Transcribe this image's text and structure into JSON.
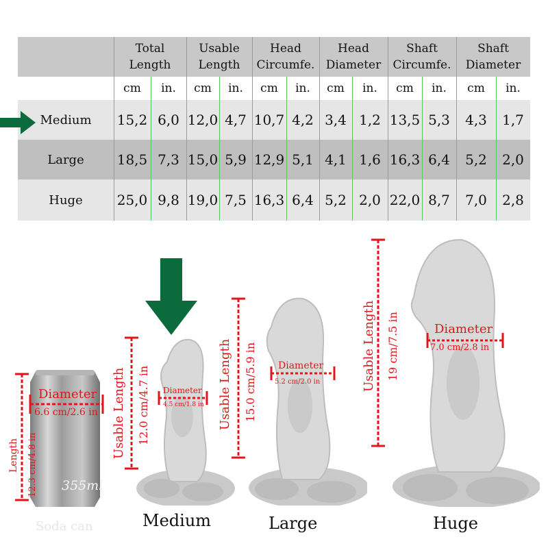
{
  "table": {
    "headers": [
      {
        "line1": "Total",
        "line2": "Length"
      },
      {
        "line1": "Usable",
        "line2": "Length"
      },
      {
        "line1": "Head",
        "line2": "Circumfe."
      },
      {
        "line1": "Head",
        "line2": "Diameter"
      },
      {
        "line1": "Shaft",
        "line2": "Circumfe."
      },
      {
        "line1": "Shaft",
        "line2": "Diameter"
      }
    ],
    "units": {
      "cm": "cm",
      "in": "in."
    },
    "rows": [
      {
        "label": "Medium",
        "values": [
          "15,2",
          "6,0",
          "12,0",
          "4,7",
          "10,7",
          "4,2",
          "3,4",
          "1,2",
          "13,5",
          "5,3",
          "4,3",
          "1,7"
        ]
      },
      {
        "label": "Large",
        "values": [
          "18,5",
          "7,3",
          "15,0",
          "5,9",
          "12,9",
          "5,1",
          "4,1",
          "1,6",
          "16,3",
          "6,4",
          "5,2",
          "2,0"
        ]
      },
      {
        "label": "Huge",
        "values": [
          "25,0",
          "9,8",
          "19,0",
          "7,5",
          "16,3",
          "6,4",
          "5,2",
          "2,0",
          "22,0",
          "8,7",
          "7,0",
          "2,8"
        ]
      }
    ]
  },
  "can": {
    "volume": "355ml",
    "name": "Soda can",
    "diameter_label": "Diameter",
    "diameter_value": "6.6 cm/2.6 in",
    "length_label": "Length",
    "length_value": "12.3 cm/4.8 in"
  },
  "sizes": [
    {
      "name": "Medium",
      "usable_label": "Usable Length",
      "usable_value": "12.0 cm/4.7 in",
      "diameter_label": "Diameter",
      "diameter_value": "4.5 cm/1.8 in"
    },
    {
      "name": "Large",
      "usable_label": "Usable Length",
      "usable_value": "15.0 cm/5.9 in",
      "diameter_label": "Diameter",
      "diameter_value": "5.2 cm/2.0 in"
    },
    {
      "name": "Huge",
      "usable_label": "Usable Length",
      "usable_value": "19 cm/7.5 in",
      "diameter_label": "Diameter",
      "diameter_value": "7.0 cm/2.8 in"
    }
  ],
  "colors": {
    "accent_red": "#e3151b",
    "arrow_green": "#0c6b3c",
    "grid_green": "#58c85a"
  }
}
